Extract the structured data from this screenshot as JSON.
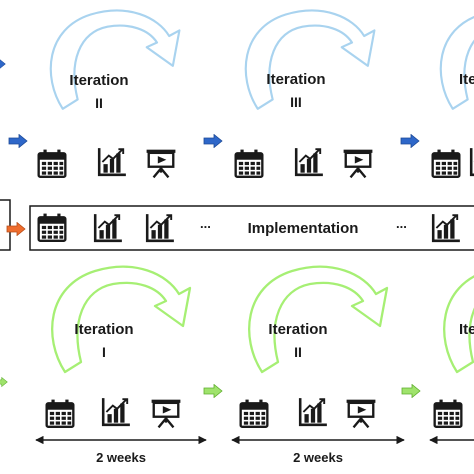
{
  "top_row": {
    "cycles": [
      {
        "title": "Iteration",
        "numeral": "II"
      },
      {
        "title": "Iteration",
        "numeral": "III"
      },
      {
        "title": "Ite",
        "numeral": ""
      }
    ]
  },
  "implementation_bar": {
    "label": "Implementation",
    "ellipsis_left": "...",
    "ellipsis_right": "..."
  },
  "bottom_row": {
    "cycles": [
      {
        "title": "Iteration",
        "numeral": "I"
      },
      {
        "title": "Iteration",
        "numeral": "II"
      },
      {
        "title": "Ite",
        "numeral": ""
      }
    ],
    "duration_labels": [
      "2 weeks",
      "2 weeks"
    ]
  },
  "colors": {
    "top_cycle": "#a9d3ef",
    "bottom_cycle": "#a6ef74",
    "blue_arrow": "#2e67c9",
    "orange_arrow": "#ef6d2e",
    "green_arrow": "#7ed64a",
    "icon": "#1a1a1a"
  },
  "icons": [
    "calendar-icon",
    "bar-chart-icon",
    "presentation-board-icon"
  ]
}
